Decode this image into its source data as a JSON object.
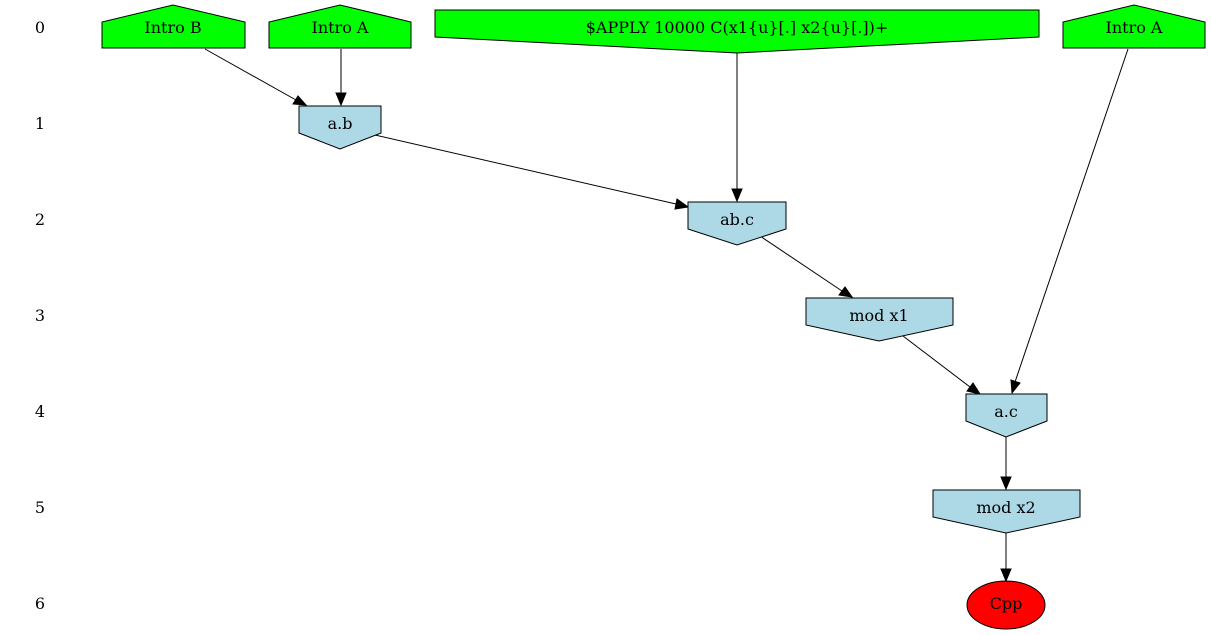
{
  "ranks": [
    "0",
    "1",
    "2",
    "3",
    "4",
    "5",
    "6"
  ],
  "nodes": {
    "intro_b": "Intro B",
    "intro_a_left": "Intro A",
    "apply_rule": "$APPLY 10000 C(x1{u}[.] x2{u}[.])+",
    "intro_a_right": "Intro A",
    "ab": "a.b",
    "abc": "ab.c",
    "mod_x1": "mod x1",
    "ac": "a.c",
    "mod_x2": "mod x2",
    "cpp": "Cpp"
  },
  "colors": {
    "intro": "#00ff00",
    "step": "#add8e6",
    "observable": "#ff0000"
  }
}
